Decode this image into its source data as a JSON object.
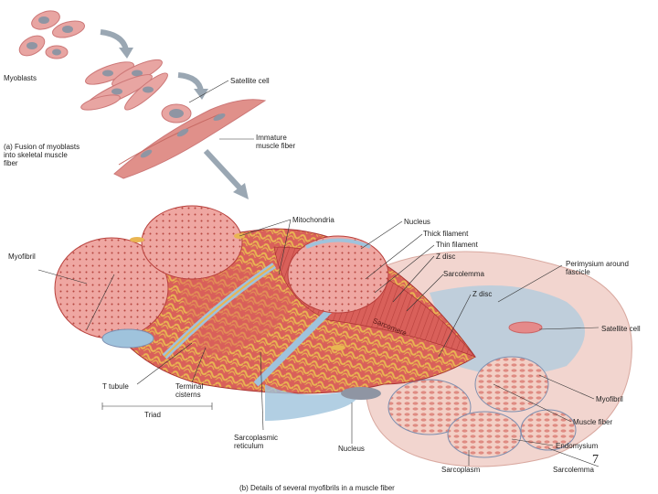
{
  "labels": {
    "myoblasts": "Myoblasts",
    "satellite_cell_top": "Satellite cell",
    "immature_fiber": "Immature\nmuscle fiber",
    "caption_a": "(a) Fusion of myoblasts\ninto skeletal muscle\nfiber",
    "mitochondria": "Mitochondria",
    "nucleus_top": "Nucleus",
    "thick_filament": "Thick filament",
    "thin_filament": "Thin filament",
    "z_disc_1": "Z disc",
    "sarcolemma_1": "Sarcolemma",
    "z_disc_2": "Z disc",
    "perimysium": "Perimysium around\nfascicle",
    "satellite_cell_right": "Satellite cell",
    "myofibril_left": "Myofibril",
    "sarcomere": "Sarcomere",
    "t_tubule": "T tubule",
    "terminal_cisterns": "Terminal\ncisterns",
    "triad": "Triad",
    "sarcoplasmic_reticulum": "Sarcoplasmic\nreticulum",
    "nucleus_bottom": "Nucleus",
    "myofibril_right": "Myofibril",
    "muscle_fiber": "Muscle fiber",
    "endomysium": "Endomysium",
    "sarcoplasm": "Sarcoplasm",
    "sarcolemma_2": "Sarcolemma",
    "caption_b": "(b) Details of several myofibrils in a muscle fiber"
  },
  "page_number": "7",
  "colors": {
    "cell_pink": "#e8a5a2",
    "muscle_red": "#d9605a",
    "muscle_dark": "#b8403c",
    "sr_yellow": "#e9b552",
    "tubule_blue": "#9fc3dc",
    "connective": "#f2d5cf",
    "nucleus_grey": "#8f95a3",
    "arrow_grey": "#9aa7b3"
  }
}
